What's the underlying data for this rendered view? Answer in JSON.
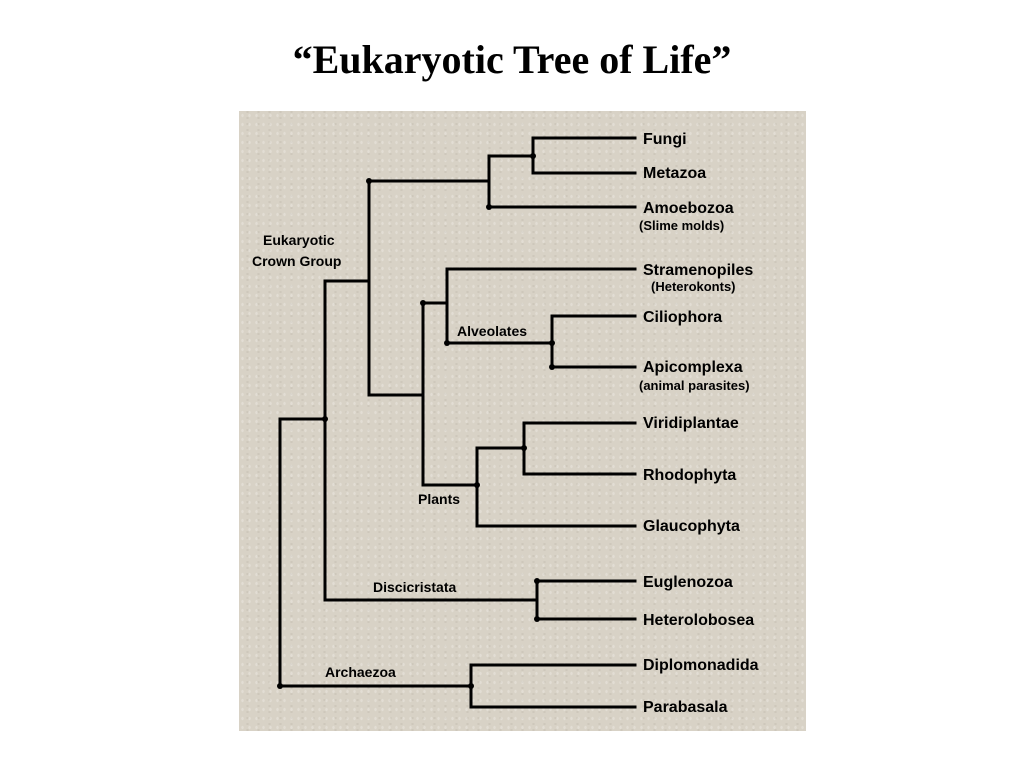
{
  "title": "“Eukaryotic Tree of Life”",
  "taxa": {
    "fungi": "Fungi",
    "metazoa": "Metazoa",
    "amoebozoa": "Amoebozoa",
    "amoebozoa_note": "(Slime molds)",
    "stramenopiles": "Stramenopiles",
    "stramenopiles_note": "(Heterokonts)",
    "ciliophora": "Ciliophora",
    "apicomplexa": "Apicomplexa",
    "apicomplexa_note": "(animal parasites)",
    "viridiplantae": "Viridiplantae",
    "rhodophyta": "Rhodophyta",
    "glaucophyta": "Glaucophyta",
    "euglenozoa": "Euglenozoa",
    "heterolobosea": "Heterolobosea",
    "diplomonadida": "Diplomonadida",
    "parabasala": "Parabasala"
  },
  "groups": {
    "crown_line1": "Eukaryotic",
    "crown_line2": "Crown Group",
    "alveolates": "Alveolates",
    "plants": "Plants",
    "discicristata": "Discicristata",
    "archaezoa": "Archaezoa"
  }
}
